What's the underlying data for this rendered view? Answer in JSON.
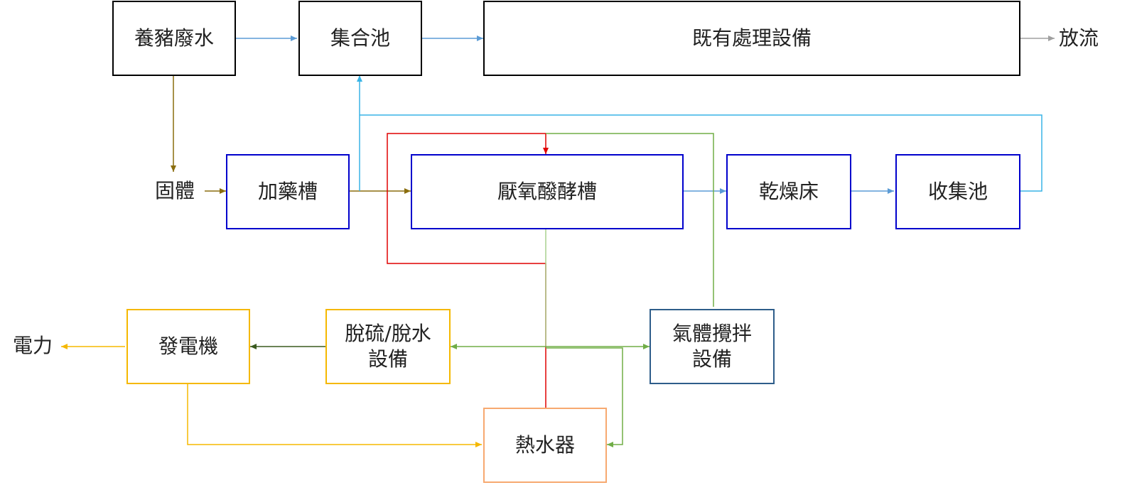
{
  "nodes": {
    "wastewater": "養豬廢水",
    "collection_tank": "集合池",
    "existing_treatment": "既有處理設備",
    "discharge": "放流",
    "solids": "固體",
    "dosing_tank": "加藥槽",
    "anaerobic_tank": "厭氧醱酵槽",
    "drying_bed": "乾燥床",
    "collecting_pool": "收集池",
    "gas_mixing_line1": "氣體攪拌",
    "gas_mixing_line2": "設備",
    "desulfur_line1": "脫硫/脫水",
    "desulfur_line2": "設備",
    "generator": "發電機",
    "power": "電力",
    "water_heater": "熱水器"
  },
  "colors": {
    "black_box": "#000000",
    "blue_box": "#0000cc",
    "yellow_box": "#f5b800",
    "steel_box": "#2e5d8a",
    "orange_box": "#f7a970",
    "flow_blue": "#5b9bd5",
    "flow_cyan": "#39b4e6",
    "flow_olive": "#8a6d0e",
    "flow_red": "#e00000",
    "flow_green": "#70ad47",
    "flow_gray": "#a0a0a0",
    "flow_yellow": "#f5b800",
    "flow_darkgreen": "#3a5a1e"
  }
}
